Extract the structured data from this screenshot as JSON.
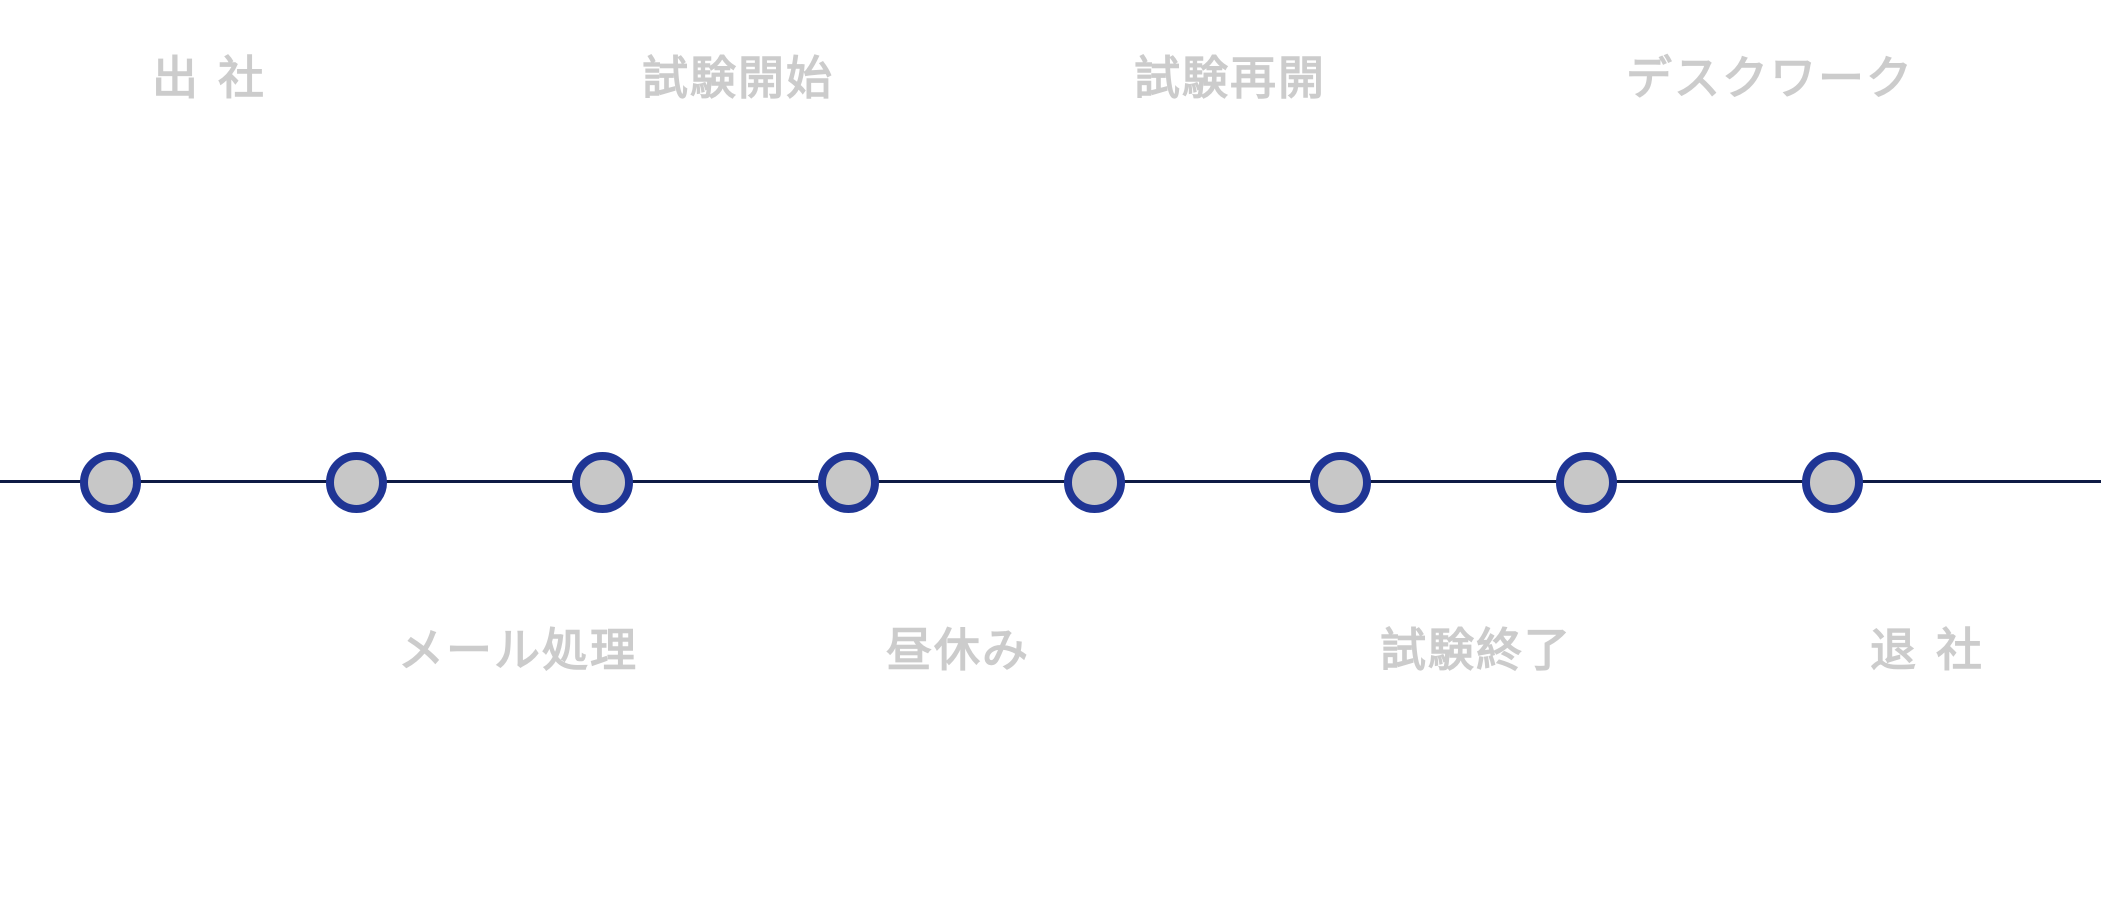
{
  "colors": {
    "line": "#0f1b45",
    "node_border": "#1f3594",
    "node_fill": "#c7c7c7",
    "label_text": "#cccccc"
  },
  "timeline": {
    "top_labels": [
      "出 社",
      "試験開始",
      "試験再開",
      "デスクワーク"
    ],
    "bottom_labels": [
      "メール処理",
      "昼休み",
      "試験終了",
      "退 社"
    ],
    "node_count": 8
  }
}
